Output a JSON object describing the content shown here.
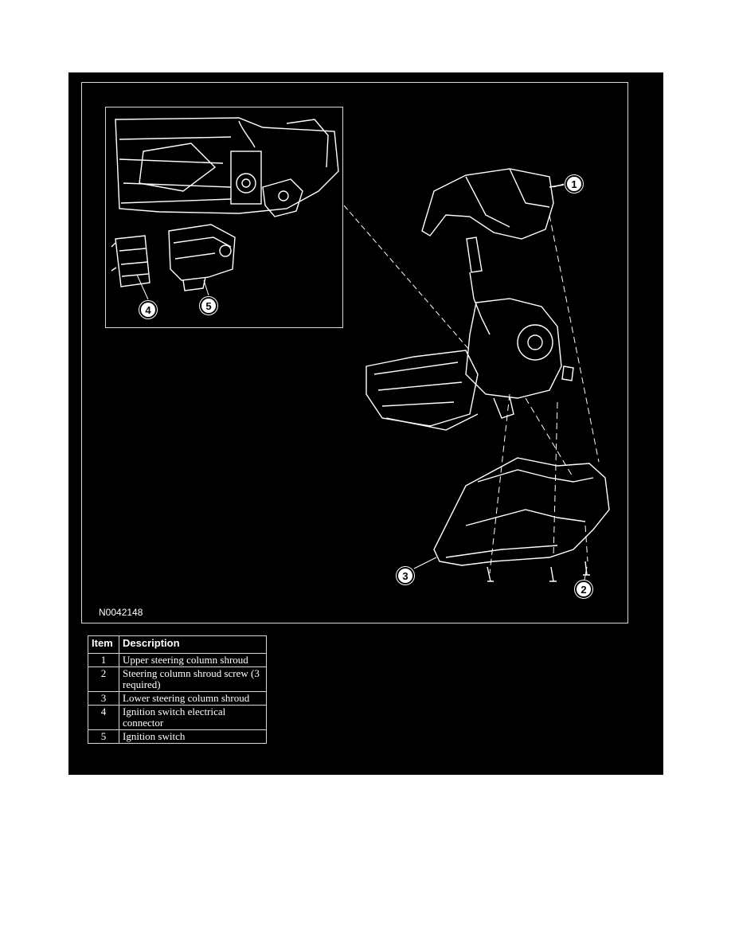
{
  "figure": {
    "code": "N0042148",
    "callouts": [
      "1",
      "2",
      "3",
      "4",
      "5"
    ]
  },
  "legend": {
    "header_item": "Item",
    "header_description": "Description",
    "rows": [
      {
        "item": "1",
        "description": "Upper steering column shroud"
      },
      {
        "item": "2",
        "description": "Steering column shroud screw (3 required)"
      },
      {
        "item": "3",
        "description": "Lower steering column shroud"
      },
      {
        "item": "4",
        "description": "Ignition switch electrical connector"
      },
      {
        "item": "5",
        "description": "Ignition switch"
      }
    ]
  },
  "colors": {
    "background": "#000000",
    "line_art": "#ffffff",
    "page": "#ffffff"
  }
}
